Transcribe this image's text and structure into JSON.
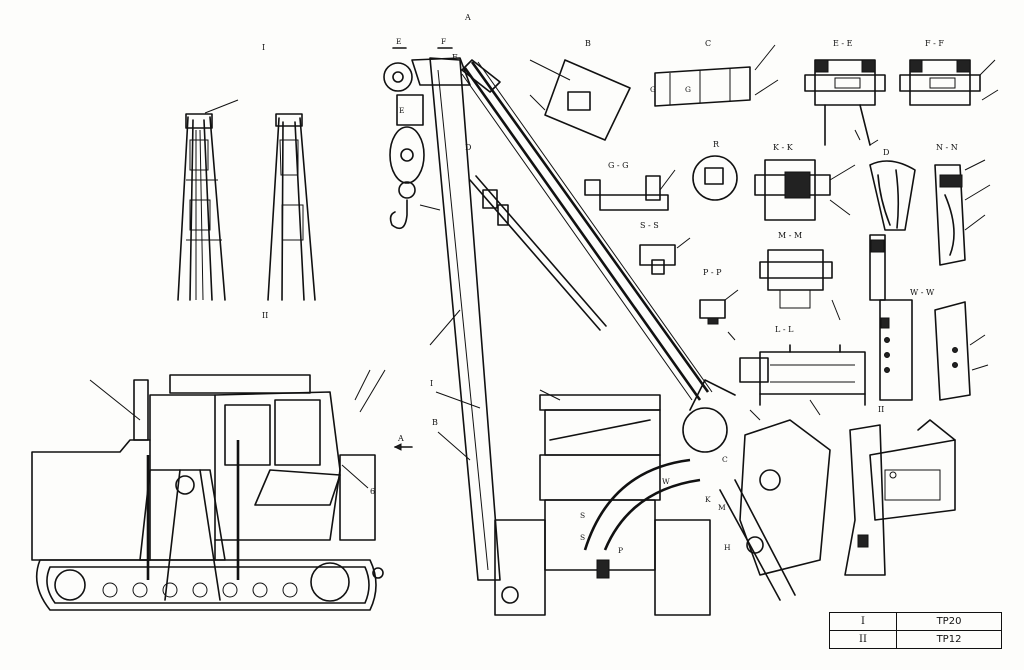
{
  "legend": {
    "rows": [
      {
        "roman": "I",
        "model": "TP20"
      },
      {
        "roman": "II",
        "model": "TP12"
      }
    ]
  },
  "labels": {
    "view_I": "I",
    "view_II": "II",
    "view_A_top": "A",
    "arrow_A": "A",
    "callout_6": "6",
    "boom_D": "D",
    "boom_B": "B",
    "section_E": "E",
    "section_F": "F",
    "section_W": "W",
    "section_C": "C",
    "section_S": "S",
    "section_P": "P",
    "section_K": "K",
    "section_M": "M",
    "section_H": "H",
    "view_B": "B",
    "view_C": "C",
    "sec_EE": "E - E",
    "sec_FF": "F - F",
    "sec_GG": "G - G",
    "view_R": "R",
    "sec_KK": "K - K",
    "view_D": "D",
    "sec_NN": "N - N",
    "sec_SS": "S - S",
    "sec_MM": "M - M",
    "sec_PP": "P - P",
    "sec_WW": "W - W",
    "sec_LL": "L - L",
    "mark_G": "G",
    "mark_G2": "G"
  }
}
